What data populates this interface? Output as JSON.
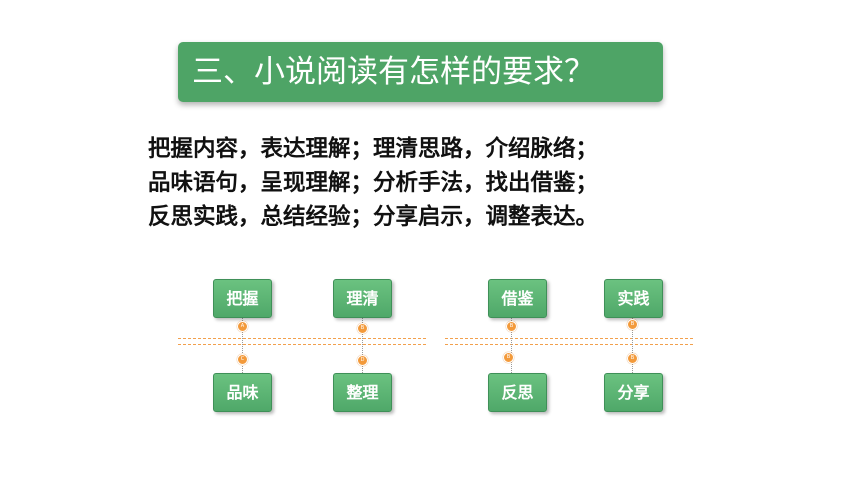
{
  "title": "三、小说阅读有怎样的要求？",
  "lines": [
    "把握内容，表达理解；理清思路，介绍脉络；",
    "品味语句，呈现理解；分析手法，找出借鉴；",
    "反思实践，总结经验；分享启示，调整表达。"
  ],
  "diagram_left": {
    "top": [
      "把握",
      "理清"
    ],
    "bottom": [
      "品味",
      "整理"
    ],
    "dots": [
      "A",
      "B",
      "C",
      "D"
    ]
  },
  "diagram_right": {
    "top": [
      "借鉴",
      "实践"
    ],
    "bottom": [
      "反思",
      "分享"
    ],
    "dots": [
      "B",
      "B",
      "B",
      "B"
    ]
  },
  "colors": {
    "banner": "#4ea466",
    "box": "#5cb574",
    "dot": "#f39a3b",
    "timeline": "#f2a04d"
  }
}
